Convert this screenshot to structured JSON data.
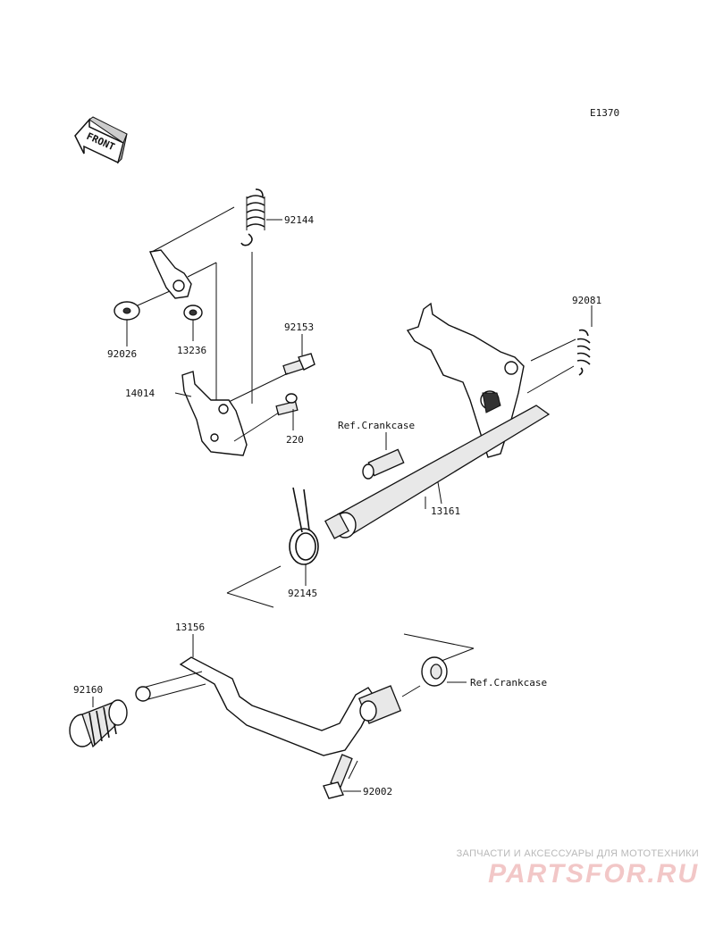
{
  "diagram": {
    "code": "E1370",
    "front_arrow": "FRONT",
    "parts": {
      "p92144": "92144",
      "p92026": "92026",
      "p13236": "13236",
      "p92153": "92153",
      "p14014": "14014",
      "p220": "220",
      "p92081": "92081",
      "p13161": "13161",
      "p92145": "92145",
      "p13156": "13156",
      "p92160": "92160",
      "p92002": "92002"
    },
    "refs": {
      "crankcase_upper": "Ref.Crankcase",
      "crankcase_lower": "Ref.Crankcase"
    }
  },
  "watermark": {
    "tagline": "ЗАПЧАСТИ И АКСЕССУАРЫ ДЛЯ МОТОТЕХНИКИ",
    "brand": "PARTSFOR.RU",
    "color": "#f2c7c7"
  }
}
